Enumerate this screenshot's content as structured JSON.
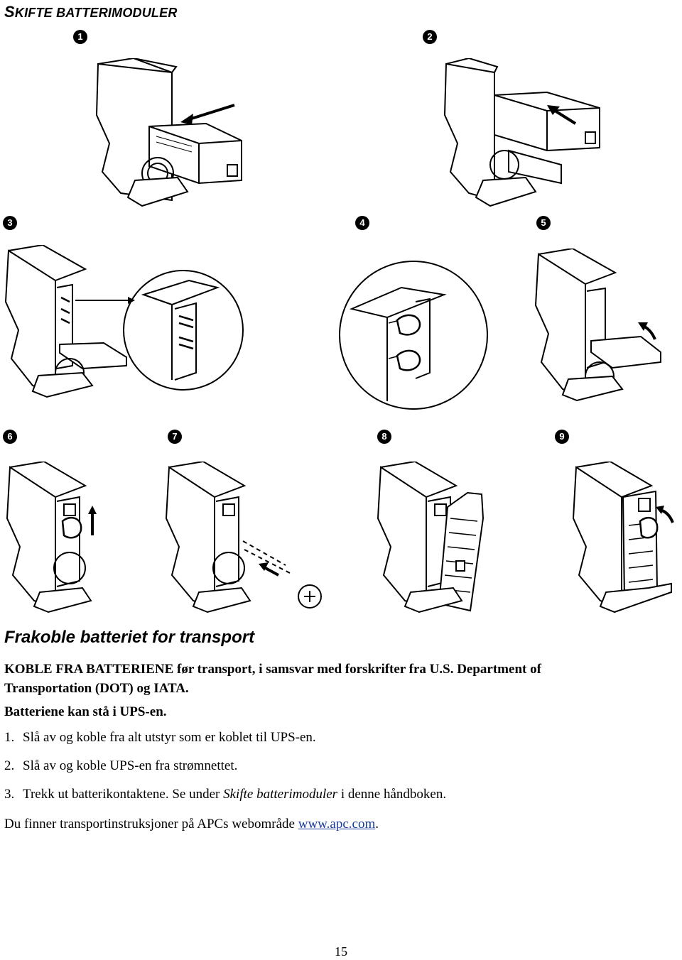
{
  "page": {
    "section_heading_first": "S",
    "section_heading_rest": "KIFTE BATTERIMODULER",
    "step_markers": [
      "1",
      "2",
      "3",
      "4",
      "5",
      "6",
      "7",
      "8",
      "9"
    ],
    "transport": {
      "title": "Frakoble batteriet for transport",
      "warning_line1": "KOBLE FRA BATTERIENE før transport, i samsvar med forskrifter fra U.S. Department of",
      "warning_line2": "Transportation (DOT) og IATA.",
      "warning_line3": "Batteriene kan stå i UPS-en.",
      "steps": [
        {
          "num": "1.",
          "text": "Slå av og koble fra alt utstyr som er koblet til UPS-en."
        },
        {
          "num": "2.",
          "text": "Slå av og koble UPS-en fra strømnettet."
        },
        {
          "num": "3.",
          "text_before": "Trekk ut batterikontaktene. Se under ",
          "text_italic": "Skifte batterimoduler",
          "text_after": " i denne håndboken."
        }
      ],
      "footer_before": "Du finner transportinstruksjoner på APCs webområde ",
      "footer_link": "www.apc.com",
      "footer_after": "."
    },
    "page_number": "15"
  }
}
